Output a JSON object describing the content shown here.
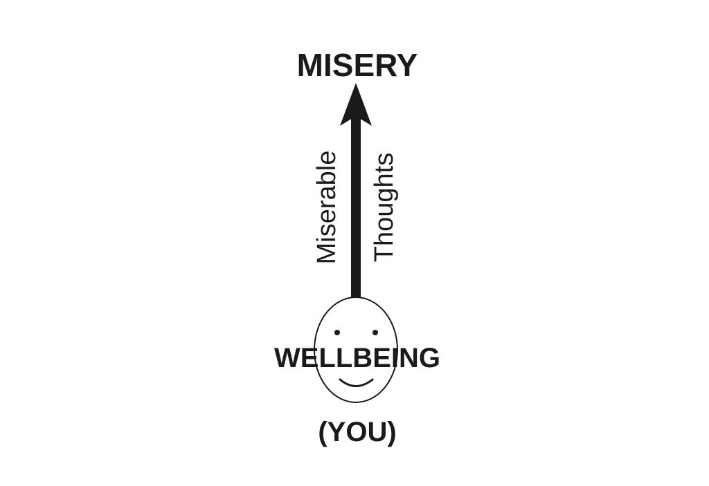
{
  "diagram": {
    "top_label": "MISERY",
    "arrow_left_label": "Miserable",
    "arrow_right_label": "Thoughts",
    "center_label": "WELLBEING",
    "bottom_label": "(YOU)",
    "ink_color": "#1a1a1a",
    "background_color": "#ffffff"
  }
}
